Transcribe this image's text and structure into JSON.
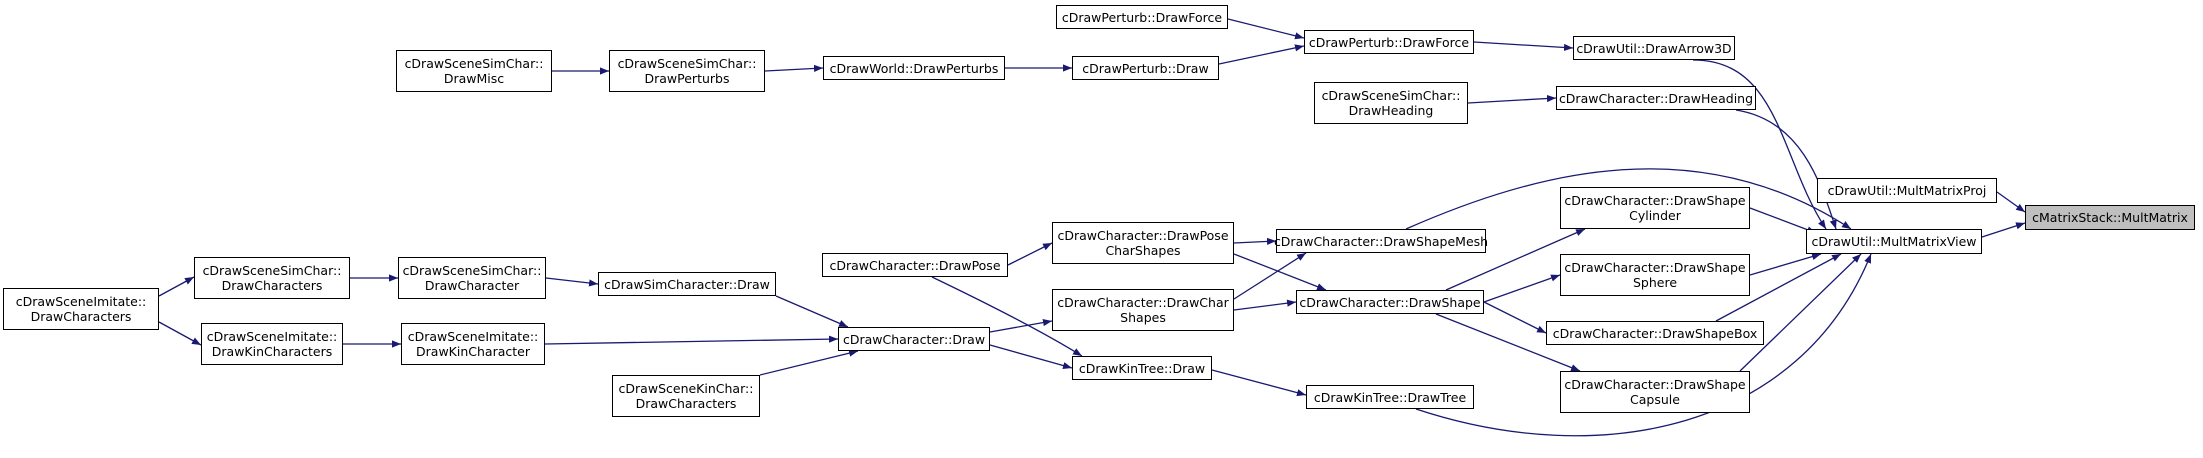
{
  "nodes": [
    {
      "id": "matrixstack_mult",
      "lines": [
        "cMatrixStack::MultMatrix"
      ],
      "root": true
    },
    {
      "id": "util_multproj",
      "lines": [
        "cDrawUtil::MultMatrixProj"
      ]
    },
    {
      "id": "util_multview",
      "lines": [
        "cDrawUtil::MultMatrixView"
      ]
    },
    {
      "id": "util_arrow3d",
      "lines": [
        "cDrawUtil::DrawArrow3D"
      ]
    },
    {
      "id": "perturb_drawforce_b",
      "lines": [
        "cDrawPerturb::DrawForce"
      ]
    },
    {
      "id": "perturb_drawforce_a",
      "lines": [
        "cDrawPerturb::DrawForce"
      ]
    },
    {
      "id": "perturb_draw",
      "lines": [
        "cDrawPerturb::Draw"
      ]
    },
    {
      "id": "world_drawperturbs",
      "lines": [
        "cDrawWorld::DrawPerturbs"
      ]
    },
    {
      "id": "scenesim_drawperturbs",
      "lines": [
        "cDrawSceneSimChar::",
        "DrawPerturbs"
      ]
    },
    {
      "id": "scenesim_drawmisc",
      "lines": [
        "cDrawSceneSimChar::",
        "DrawMisc"
      ]
    },
    {
      "id": "char_drawheading",
      "lines": [
        "cDrawCharacter::DrawHeading"
      ]
    },
    {
      "id": "scenesim_drawheading",
      "lines": [
        "cDrawSceneSimChar::",
        "DrawHeading"
      ]
    },
    {
      "id": "char_drawshapecyl",
      "lines": [
        "cDrawCharacter::DrawShape",
        "Cylinder"
      ]
    },
    {
      "id": "char_drawshapesphere",
      "lines": [
        "cDrawCharacter::DrawShape",
        "Sphere"
      ]
    },
    {
      "id": "char_drawshapebox",
      "lines": [
        "cDrawCharacter::DrawShapeBox"
      ]
    },
    {
      "id": "char_drawshapecapsule",
      "lines": [
        "cDrawCharacter::DrawShape",
        "Capsule"
      ]
    },
    {
      "id": "char_drawshapemesh",
      "lines": [
        "cDrawCharacter::DrawShapeMesh"
      ]
    },
    {
      "id": "char_drawshape",
      "lines": [
        "cDrawCharacter::DrawShape"
      ]
    },
    {
      "id": "char_drawposecharshapes",
      "lines": [
        "cDrawCharacter::DrawPose",
        "CharShapes"
      ]
    },
    {
      "id": "char_drawcharshapes",
      "lines": [
        "cDrawCharacter::DrawChar",
        "Shapes"
      ]
    },
    {
      "id": "char_drawpose",
      "lines": [
        "cDrawCharacter::DrawPose"
      ]
    },
    {
      "id": "char_draw",
      "lines": [
        "cDrawCharacter::Draw"
      ]
    },
    {
      "id": "simchar_draw",
      "lines": [
        "cDrawSimCharacter::Draw"
      ]
    },
    {
      "id": "scenesim_drawcharacter",
      "lines": [
        "cDrawSceneSimChar::",
        "DrawCharacter"
      ]
    },
    {
      "id": "scenesim_drawcharacters",
      "lines": [
        "cDrawSceneSimChar::",
        "DrawCharacters"
      ]
    },
    {
      "id": "sceneimitate_drawcharacters",
      "lines": [
        "cDrawSceneImitate::",
        "DrawCharacters"
      ]
    },
    {
      "id": "sceneimitate_drawkincharacters",
      "lines": [
        "cDrawSceneImitate::",
        "DrawKinCharacters"
      ]
    },
    {
      "id": "sceneimitate_drawkincharacter",
      "lines": [
        "cDrawSceneImitate::",
        "DrawKinCharacter"
      ]
    },
    {
      "id": "scenekin_drawcharacters",
      "lines": [
        "cDrawSceneKinChar::",
        "DrawCharacters"
      ]
    },
    {
      "id": "kintree_draw",
      "lines": [
        "cDrawKinTree::Draw"
      ]
    },
    {
      "id": "kintree_drawtree",
      "lines": [
        "cDrawKinTree::DrawTree"
      ]
    }
  ],
  "edges": [
    {
      "from": "util_multproj",
      "to": "matrixstack_mult"
    },
    {
      "from": "util_multview",
      "to": "matrixstack_mult"
    },
    {
      "from": "util_arrow3d",
      "to": "util_multview"
    },
    {
      "from": "char_drawheading",
      "to": "util_multview"
    },
    {
      "from": "char_drawshapemesh",
      "to": "util_multview"
    },
    {
      "from": "char_drawshapecyl",
      "to": "util_multview"
    },
    {
      "from": "char_drawshapesphere",
      "to": "util_multview"
    },
    {
      "from": "char_drawshapebox",
      "to": "util_multview"
    },
    {
      "from": "char_drawshapecapsule",
      "to": "util_multview"
    },
    {
      "from": "kintree_drawtree",
      "to": "util_multview"
    },
    {
      "from": "perturb_drawforce_a",
      "to": "util_arrow3d"
    },
    {
      "from": "perturb_drawforce_b",
      "to": "perturb_drawforce_a"
    },
    {
      "from": "perturb_draw",
      "to": "perturb_drawforce_a"
    },
    {
      "from": "world_drawperturbs",
      "to": "perturb_draw"
    },
    {
      "from": "scenesim_drawperturbs",
      "to": "world_drawperturbs"
    },
    {
      "from": "scenesim_drawmisc",
      "to": "scenesim_drawperturbs"
    },
    {
      "from": "scenesim_drawheading",
      "to": "char_drawheading"
    },
    {
      "from": "char_drawshape",
      "to": "char_drawshapecyl"
    },
    {
      "from": "char_drawshape",
      "to": "char_drawshapesphere"
    },
    {
      "from": "char_drawshape",
      "to": "char_drawshapebox"
    },
    {
      "from": "char_drawshape",
      "to": "char_drawshapecapsule"
    },
    {
      "from": "char_drawposecharshapes",
      "to": "char_drawshapemesh"
    },
    {
      "from": "char_drawposecharshapes",
      "to": "char_drawshape"
    },
    {
      "from": "char_drawcharshapes",
      "to": "char_drawshapemesh"
    },
    {
      "from": "char_drawcharshapes",
      "to": "char_drawshape"
    },
    {
      "from": "char_drawpose",
      "to": "char_drawposecharshapes"
    },
    {
      "from": "char_drawpose",
      "to": "kintree_draw"
    },
    {
      "from": "char_draw",
      "to": "char_drawcharshapes"
    },
    {
      "from": "char_draw",
      "to": "kintree_draw"
    },
    {
      "from": "simchar_draw",
      "to": "char_draw"
    },
    {
      "from": "scenesim_drawcharacter",
      "to": "simchar_draw"
    },
    {
      "from": "scenesim_drawcharacters",
      "to": "scenesim_drawcharacter"
    },
    {
      "from": "sceneimitate_drawcharacters",
      "to": "scenesim_drawcharacters"
    },
    {
      "from": "sceneimitate_drawcharacters",
      "to": "sceneimitate_drawkincharacters"
    },
    {
      "from": "sceneimitate_drawkincharacters",
      "to": "sceneimitate_drawkincharacter"
    },
    {
      "from": "sceneimitate_drawkincharacter",
      "to": "char_draw"
    },
    {
      "from": "scenekin_drawcharacters",
      "to": "char_draw"
    },
    {
      "from": "kintree_draw",
      "to": "kintree_drawtree"
    }
  ],
  "colors": {
    "edge": "#191970",
    "root_fill": "#bfbfbf",
    "node_fill": "#ffffff",
    "node_border": "#000000"
  }
}
